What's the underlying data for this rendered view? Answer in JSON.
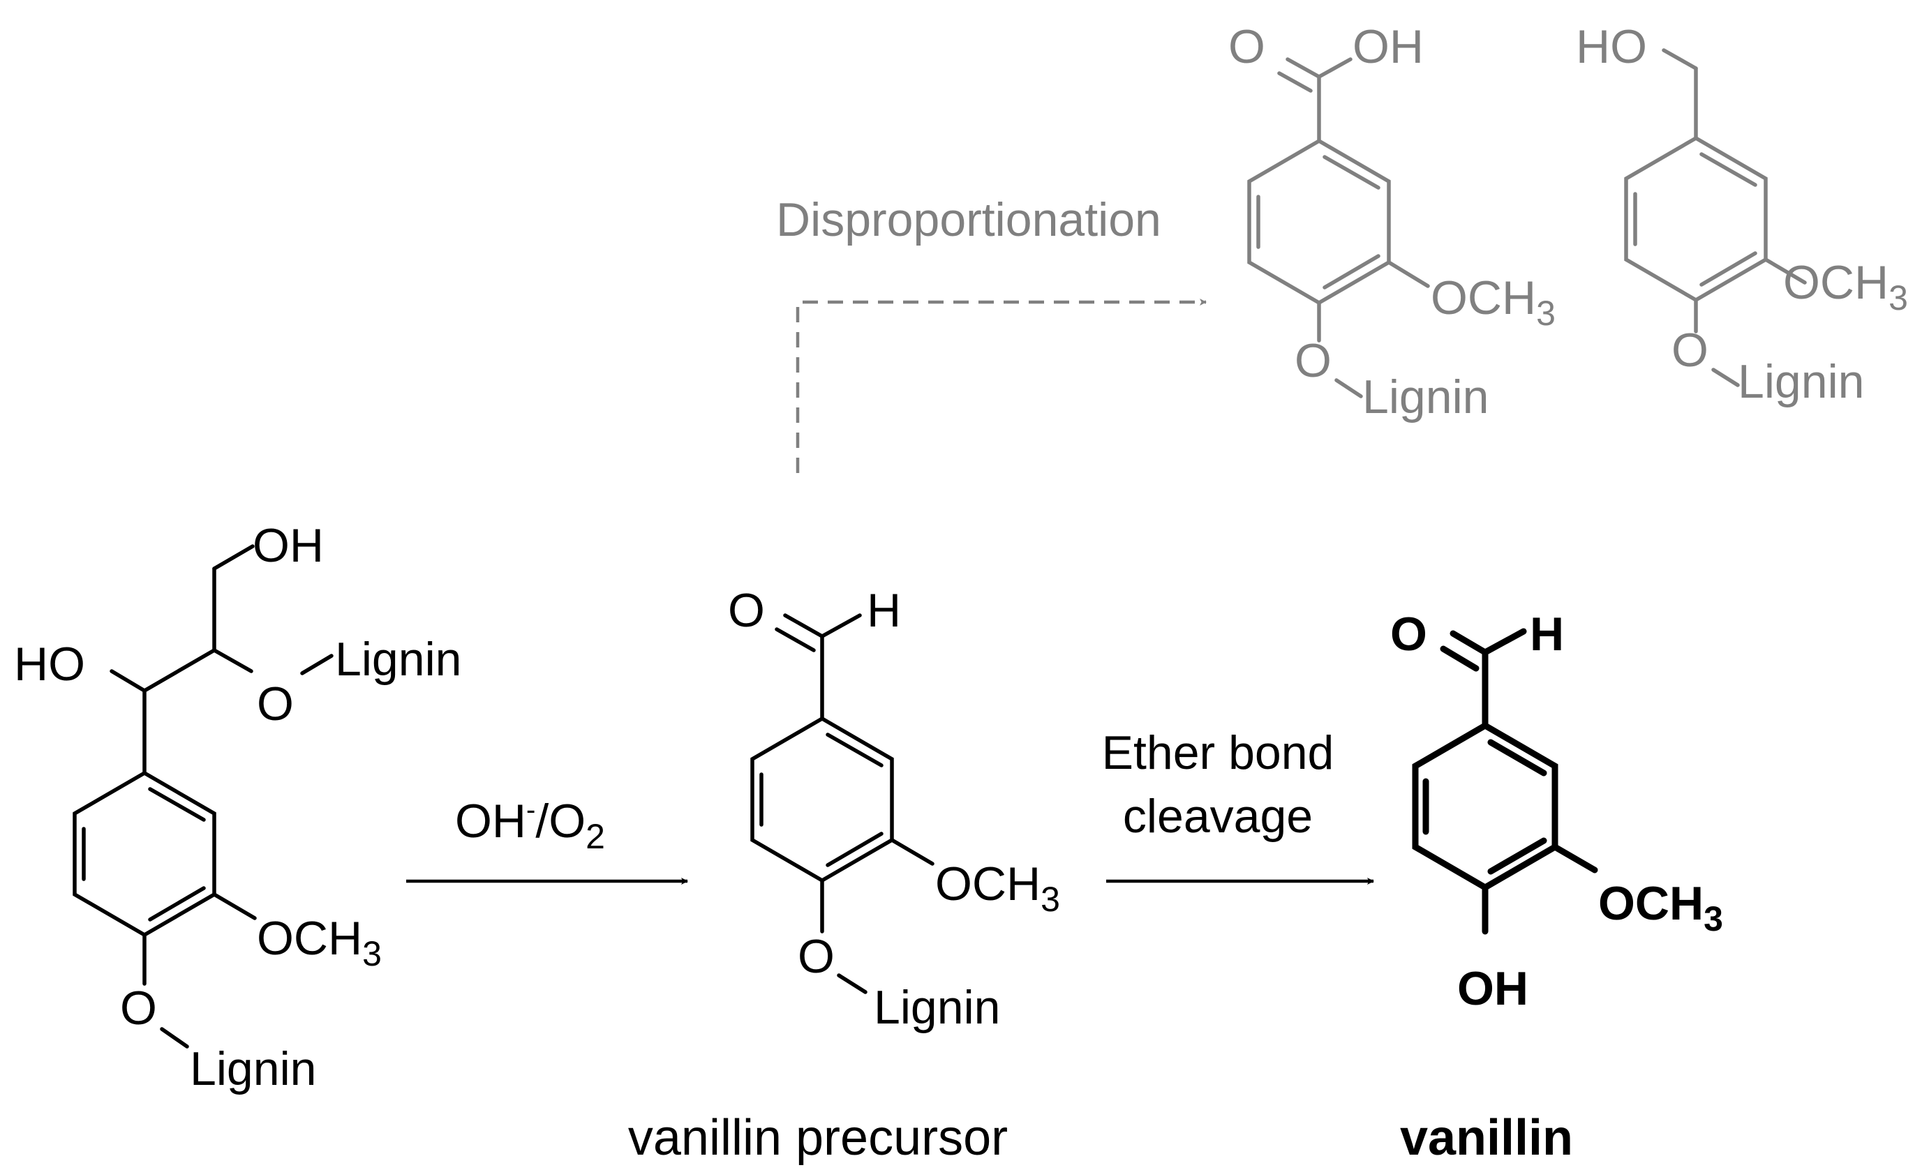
{
  "colors": {
    "main": "#000000",
    "side_product": "#808080",
    "background": "#ffffff"
  },
  "start_compound": {
    "oh_top": "OH",
    "ho_left": "HO",
    "o_side": "O",
    "lignin_side": "Lignin",
    "methoxy": "OCH",
    "methoxy_sub": "3",
    "o_para": "O",
    "lignin_para": "Lignin"
  },
  "step1": {
    "reagent_oh": "OH",
    "reagent_sup": "-",
    "reagent_slash": "/O",
    "reagent_sub": "2"
  },
  "precursor": {
    "o": "O",
    "h": "H",
    "methoxy": "OCH",
    "methoxy_sub": "3",
    "o_para": "O",
    "lignin_para": "Lignin",
    "caption": "vanillin precursor"
  },
  "step2": {
    "line1": "Ether bond",
    "line2": "cleavage"
  },
  "product": {
    "o": "O",
    "h": "H",
    "methoxy": "OCH",
    "methoxy_sub": "3",
    "oh": "OH",
    "caption": "vanillin"
  },
  "side_path": {
    "label": "Disproportionation",
    "acid": {
      "o": "O",
      "oh": "OH",
      "methoxy": "OCH",
      "methoxy_sub": "3",
      "o_para": "O",
      "lignin": "Lignin"
    },
    "alcohol": {
      "ho": "HO",
      "methoxy": "OCH",
      "methoxy_sub": "3",
      "o_para": "O",
      "lignin": "Lignin"
    }
  }
}
